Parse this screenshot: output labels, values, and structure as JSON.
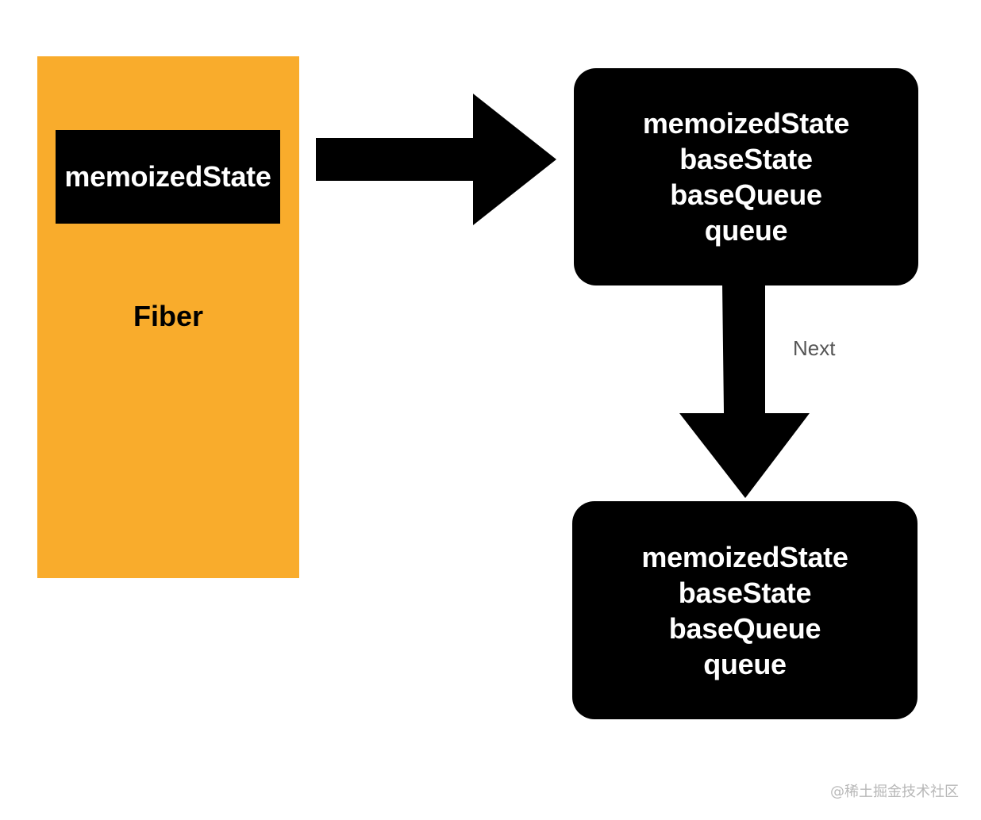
{
  "fiber": {
    "field": "memoizedState",
    "label": "Fiber",
    "color": "#f9ac2c"
  },
  "hooks": [
    {
      "fields": [
        "memoizedState",
        "baseState",
        "baseQueue",
        "queue"
      ]
    },
    {
      "fields": [
        "memoizedState",
        "baseState",
        "baseQueue",
        "queue"
      ]
    }
  ],
  "arrows": {
    "next_label": "Next"
  },
  "watermark": "@稀土掘金技术社区"
}
